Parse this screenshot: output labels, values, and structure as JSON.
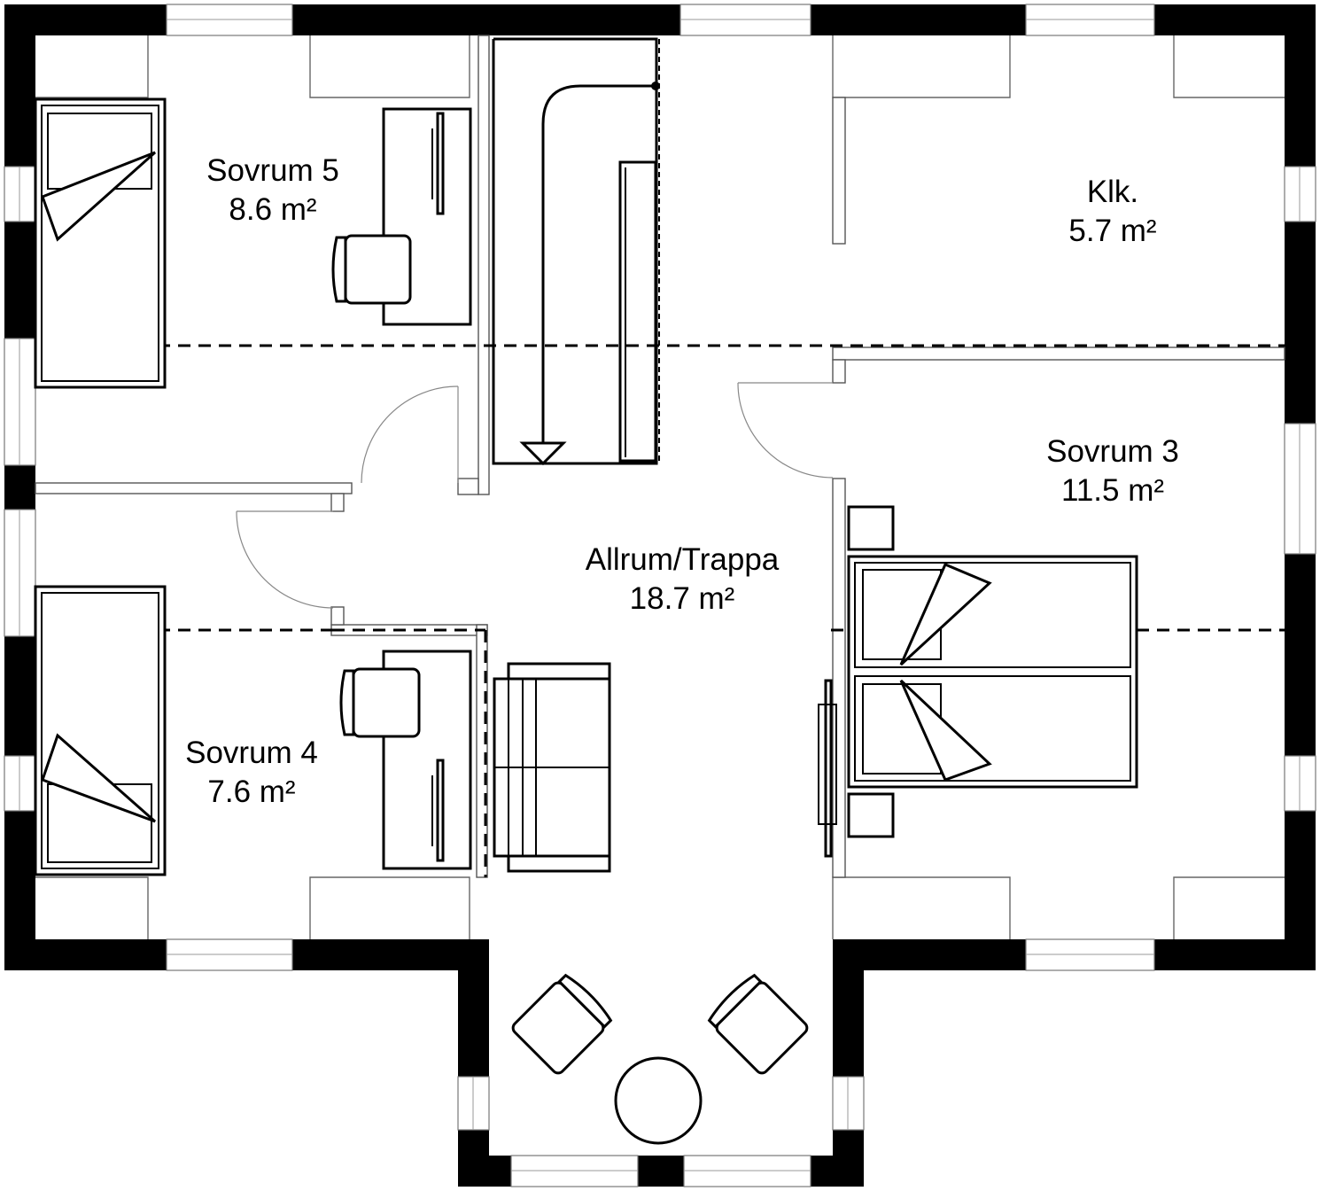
{
  "rooms": [
    {
      "name": "Sovrum 5",
      "area": "8.6 m²"
    },
    {
      "name": "Klk.",
      "area": "5.7 m²"
    },
    {
      "name": "Sovrum 3",
      "area": "11.5 m²"
    },
    {
      "name": "Allrum/Trappa",
      "area": "18.7 m²"
    },
    {
      "name": "Sovrum 4",
      "area": "7.6 m²"
    }
  ],
  "colors": {
    "wall": "#000000",
    "line": "#000000",
    "partition": "#666666",
    "background": "#ffffff"
  }
}
